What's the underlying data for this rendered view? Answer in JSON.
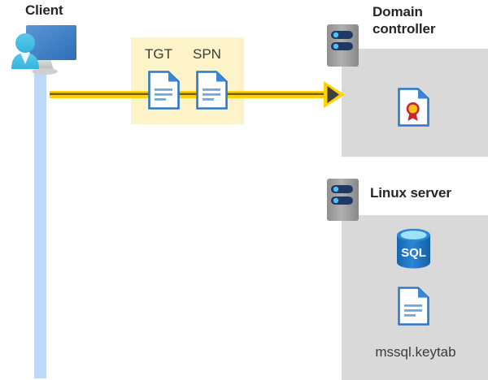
{
  "diagram": {
    "title": "Kerberos authentication flow between client, domain controller and Linux server",
    "colors": {
      "flow_yellow": "#ffd200",
      "flow_yellow_dark": "#7a6000",
      "message_box": "#fdf3c8",
      "panel_gray": "#d9d9d9",
      "lifeline_blue": "#bcd9f8",
      "doc_blue": "#2e79c7",
      "sql_blue": "#1f70c1",
      "cert_gold": "#f5c518",
      "cert_red": "#c6262e",
      "server_gray": "#9d9d9d",
      "server_navy": "#1f3864",
      "text_dark": "#262626",
      "text_plain": "#3b3b3b"
    }
  },
  "client": {
    "label": "Client",
    "icon": "client-workstation-icon",
    "lifeline": "client-lifeline"
  },
  "message": {
    "items": [
      {
        "label": "TGT",
        "icon": "document-icon"
      },
      {
        "label": "SPN",
        "icon": "document-icon"
      }
    ]
  },
  "flow": {
    "direction": "client-to-domain-controller",
    "arrow": "right-arrow-icon"
  },
  "domain_controller": {
    "title_line1": "Domain",
    "title_line2": "controller",
    "server_icon": "server-rack-icon",
    "contents": [
      {
        "icon": "certificate-document-icon",
        "label": ""
      }
    ]
  },
  "linux_server": {
    "title": "Linux server",
    "server_icon": "server-rack-icon",
    "contents": [
      {
        "icon": "sql-database-icon",
        "label": "SQL"
      },
      {
        "icon": "document-icon",
        "label": "mssql.keytab"
      }
    ]
  }
}
